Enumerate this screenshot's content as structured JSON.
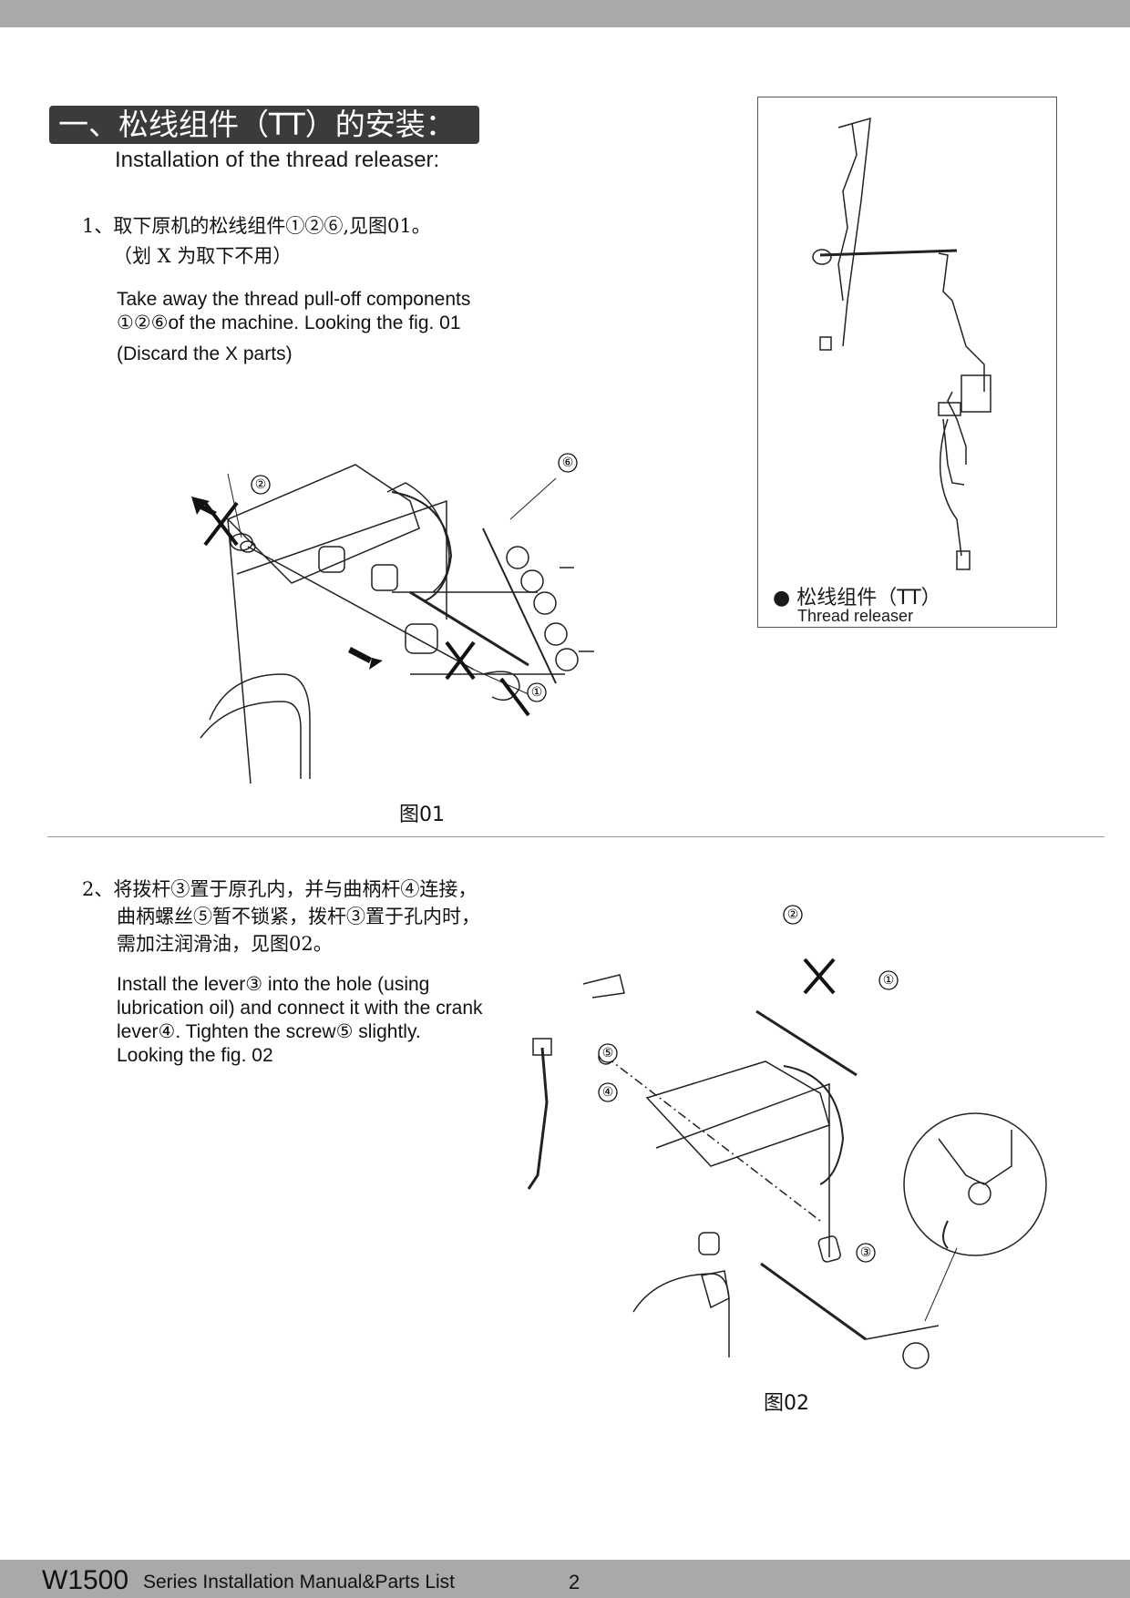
{
  "section": {
    "title": "一、松线组件（TT）的安装：",
    "subtitle": "Installation of the thread releaser:"
  },
  "step1": {
    "cn_line1": "1、取下原机的松线组件①②⑥,见图01。",
    "cn_line2": "（划 X 为取下不用）",
    "en_line1": "Take away the thread pull-off components",
    "en_line2": "①②⑥of the machine. Looking the fig. 01",
    "en_line3": "(Discard the  X  parts)",
    "figure_caption": "图01"
  },
  "inset": {
    "label_cn": "● 松线组件（TT）",
    "label_en": "Thread releaser"
  },
  "step2": {
    "cn_line1": "2、将拨杆③置于原孔内，并与曲柄杆④连接，",
    "cn_line2": "曲柄螺丝⑤暂不锁紧，拨杆③置于孔内时，",
    "cn_line3": "需加注润滑油，见图02。",
    "en_line1": "Install the lever③ into the hole (using",
    "en_line2": "lubrication oil) and connect it with the crank",
    "en_line3": "lever④. Tighten the screw⑤ slightly.",
    "en_line4": "Looking the fig. 02",
    "figure_caption": "图02"
  },
  "callouts": {
    "fig01": [
      "②",
      "⑥",
      "①"
    ],
    "fig02": [
      "②",
      "①",
      "⑤",
      "④",
      "③"
    ]
  },
  "footer": {
    "model": "W1500",
    "series": "Series  Installation Manual&Parts List",
    "page": "2"
  }
}
